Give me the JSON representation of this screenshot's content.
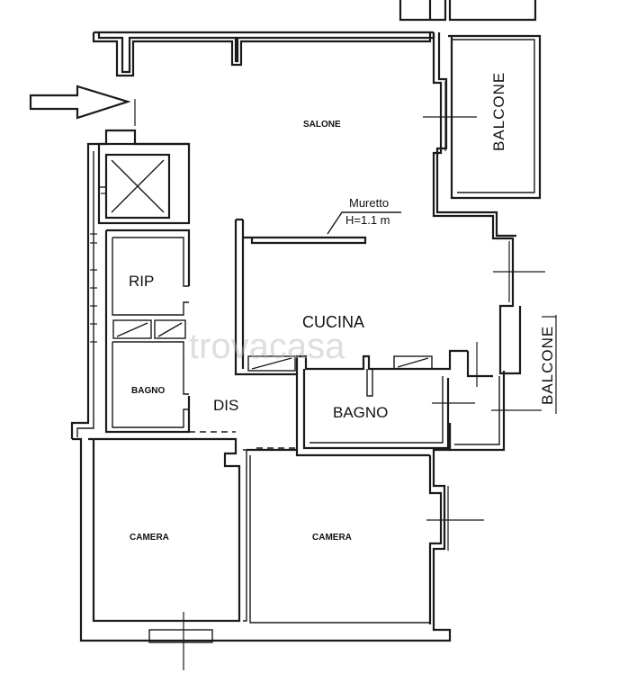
{
  "rooms": {
    "salone": "SALONE",
    "balcone_top": "BALCONE",
    "balcone_right": "BALCONE",
    "cucina": "CUCINA",
    "rip": "RIP",
    "bagno_left": "BAGNO",
    "bagno_right": "BAGNO",
    "dis": "DIS",
    "camera_left": "CAMERA",
    "camera_right": "CAMERA"
  },
  "notes": {
    "muretto_label": "Muretto",
    "muretto_height": "H=1.1 m"
  },
  "watermark": "trovacasa"
}
